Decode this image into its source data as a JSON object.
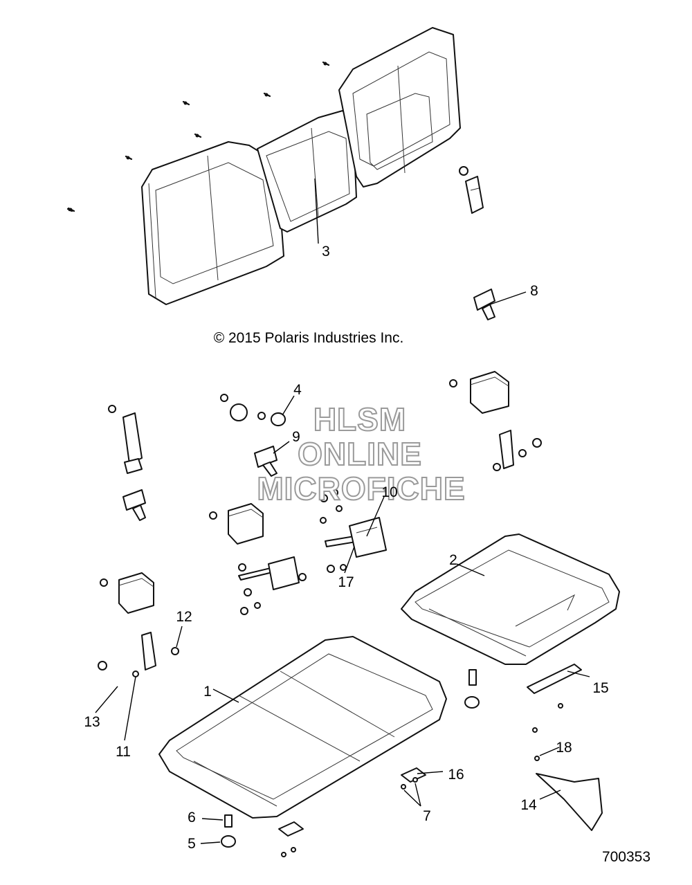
{
  "copyright": "© 2015 Polaris Industries Inc.",
  "figure_number": "700353",
  "watermark": {
    "line1": "HLSM",
    "line2": "ONLINE",
    "line3": "MICROFICHE"
  },
  "callouts": {
    "c1": "1",
    "c2": "2",
    "c3": "3",
    "c4": "4",
    "c5": "5",
    "c6": "6",
    "c7": "7",
    "c8": "8",
    "c9": "9",
    "c10": "10",
    "c11": "11",
    "c12": "12",
    "c13": "13",
    "c14": "14",
    "c15": "15",
    "c16": "16",
    "c17": "17",
    "c18": "18"
  }
}
